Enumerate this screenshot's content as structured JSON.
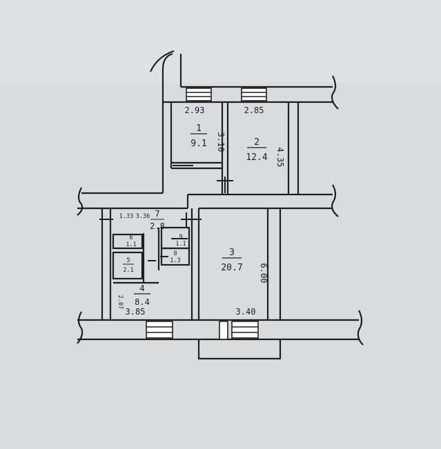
{
  "plan": {
    "colors": {
      "paper": "#d9dcde",
      "paper_light": "#e4e6e8",
      "ink": "#1e1e1e",
      "wall_fill": "#ffffff"
    },
    "rooms": [
      {
        "number": "1",
        "area": "9.1"
      },
      {
        "number": "2",
        "area": "12.4"
      },
      {
        "number": "3",
        "area": "20.7"
      },
      {
        "number": "4",
        "area": "8.4"
      },
      {
        "number": "5",
        "area": "2.1"
      },
      {
        "number": "6",
        "area": "1.1"
      },
      {
        "number": "7",
        "area": "2.8"
      },
      {
        "number": "8",
        "area": "1.3"
      },
      {
        "number": "9",
        "area": "1.1"
      }
    ],
    "dimensions": {
      "room1_width": "2.93",
      "room2_width": "2.85",
      "room1_depth": "3.10",
      "room2_depth": "4.35",
      "hall_left": "1.33",
      "hall_width": "3.36",
      "room3_depth": "6.00",
      "room3_width": "3.40",
      "room4_width": "3.85",
      "room4_depth": "2.07"
    }
  }
}
